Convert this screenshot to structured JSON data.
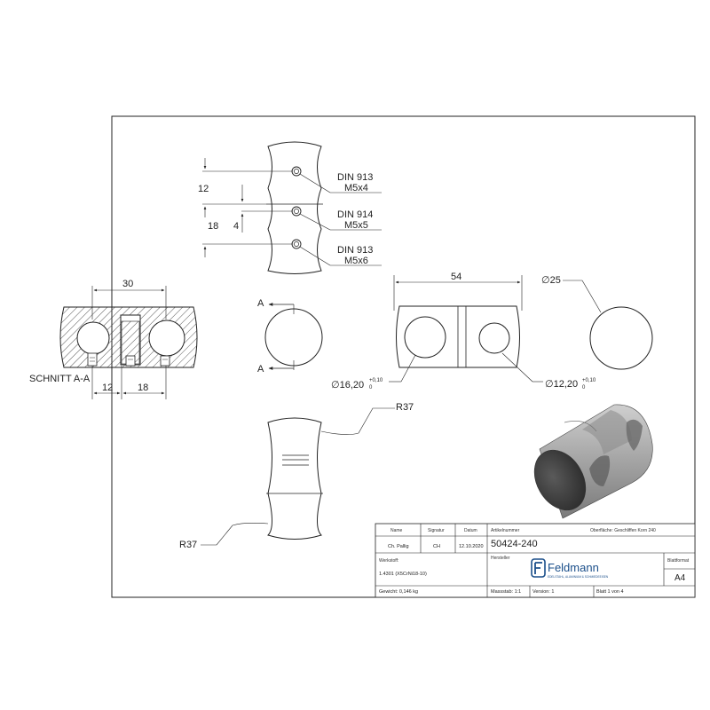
{
  "colors": {
    "line": "#222222",
    "hatch": "#333333",
    "brand": "#1b4f8a",
    "shade_dark": "#3c3c3c",
    "shade_mid": "#9a9a9a",
    "shade_light": "#d4d4d4"
  },
  "icons": {
    "logo": "feldmann-logo-icon",
    "section_arrow": "arrow-left-icon"
  },
  "side_view": {
    "dim_12": "12",
    "dim_18": "18",
    "dim_4": "4",
    "callouts": [
      {
        "line1": "DIN 913",
        "line2": "M5x4"
      },
      {
        "line1": "DIN 914",
        "line2": "M5x5"
      },
      {
        "line1": "DIN 913",
        "line2": "M5x6"
      }
    ]
  },
  "section": {
    "dim_30": "30",
    "dim_12": "12",
    "dim_18": "18",
    "label": "SCHNITT A-A"
  },
  "end_view": {
    "section_mark_top": "A",
    "section_mark_bottom": "A"
  },
  "front_view": {
    "dim_54": "54",
    "hole_left_dia": "∅16,20",
    "hole_left_tol_plus": "+0,10",
    "hole_left_tol_minus": "0",
    "hole_right_dia": "∅12,20",
    "hole_right_tol_plus": "+0,10",
    "hole_right_tol_minus": "0"
  },
  "circle_view": {
    "dia": "∅25"
  },
  "top_view": {
    "radius_top": "R37",
    "radius_bottom": "R37"
  },
  "title_block": {
    "col_name": "Name",
    "col_signatur": "Signatur",
    "col_datum": "Datum",
    "artikelnummer_label": "Artikelnummer",
    "oberflaeche": "Oberfläche:  Geschliffen Korn 240",
    "name_value": "Ch. Pallig",
    "signatur_value": "CH",
    "datum_value": "12.10.2020",
    "artikelnummer": "50424-240",
    "hersteller_label": "Hersteller",
    "werkstoff_label": "Werkstoff:",
    "werkstoff_value": "1.4301 (X5CrNi18-10)",
    "brand": "Feldmann",
    "brand_tagline": "EDELSTAHL, ALUMINIUM & SCHMIEDEEISEN",
    "blattformat_label": "Blattformat",
    "blattformat_value": "A4",
    "gewicht": "Gewicht: 0,146 kg",
    "massstab": "Massstab: 1:1",
    "version": "Version: 1",
    "blatt": "Blatt 1 von 4"
  }
}
